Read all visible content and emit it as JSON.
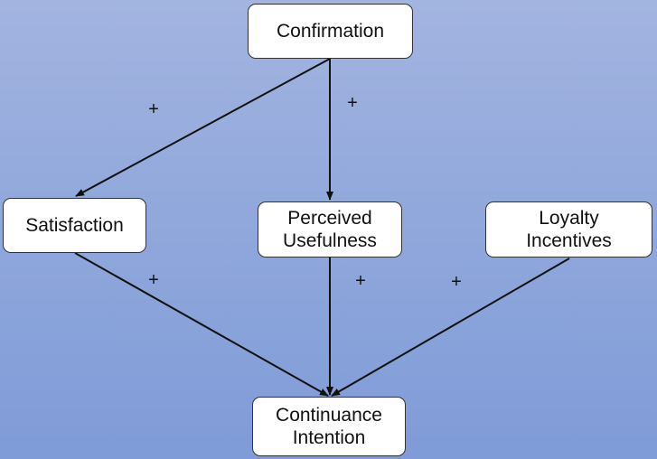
{
  "diagram": {
    "nodes": {
      "confirmation": {
        "lines": [
          "Confirmation"
        ]
      },
      "satisfaction": {
        "lines": [
          "Satisfaction"
        ]
      },
      "perceived_usefulness": {
        "lines": [
          "Perceived",
          "Usefulness"
        ]
      },
      "loyalty_incentives": {
        "lines": [
          "Loyalty",
          "Incentives"
        ]
      },
      "continuance_intention": {
        "lines": [
          "Continuance",
          "Intention"
        ]
      }
    },
    "edges": [
      {
        "from": "Confirmation",
        "to": "Satisfaction",
        "sign": "+"
      },
      {
        "from": "Confirmation",
        "to": "Perceived Usefulness",
        "sign": "+"
      },
      {
        "from": "Satisfaction",
        "to": "Continuance Intention",
        "sign": "+"
      },
      {
        "from": "Perceived Usefulness",
        "to": "Continuance Intention",
        "sign": "+"
      },
      {
        "from": "Loyalty Incentives",
        "to": "Continuance Intention",
        "sign": "+"
      }
    ],
    "colors": {
      "background_top": "#a3b4e0",
      "background_bottom": "#7f9bd8",
      "node_fill": "#ffffff",
      "stroke": "#111111"
    }
  }
}
